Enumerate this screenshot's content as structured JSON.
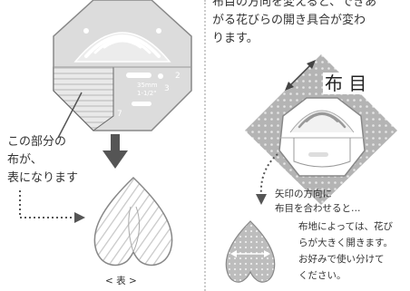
{
  "left": {
    "template": {
      "label_metric": "35mm",
      "label_imperial": "1-1/2\"",
      "number_a": "3",
      "number_b": "2",
      "number_c": "7"
    },
    "caption_lines": [
      "この部分の",
      "布が、",
      "表になります"
    ],
    "petal_caption": "< 表 >"
  },
  "right": {
    "intro_lines": [
      "布目の方向を変えると、できあ",
      "がる花びらの開き具合が変わ",
      "ります。"
    ],
    "grain_label": "布 目",
    "align_lines": [
      "矢印の方向に",
      "布目を合わせると…"
    ],
    "note_lines": [
      "布地によっては、花び",
      "らが大きく開きます。",
      "お好みで使い分けて",
      "ください。"
    ]
  },
  "colors": {
    "template_gray": "#dcdcdc",
    "dark_gray": "#555555",
    "dotted_fabric": "#b4b4b4"
  }
}
